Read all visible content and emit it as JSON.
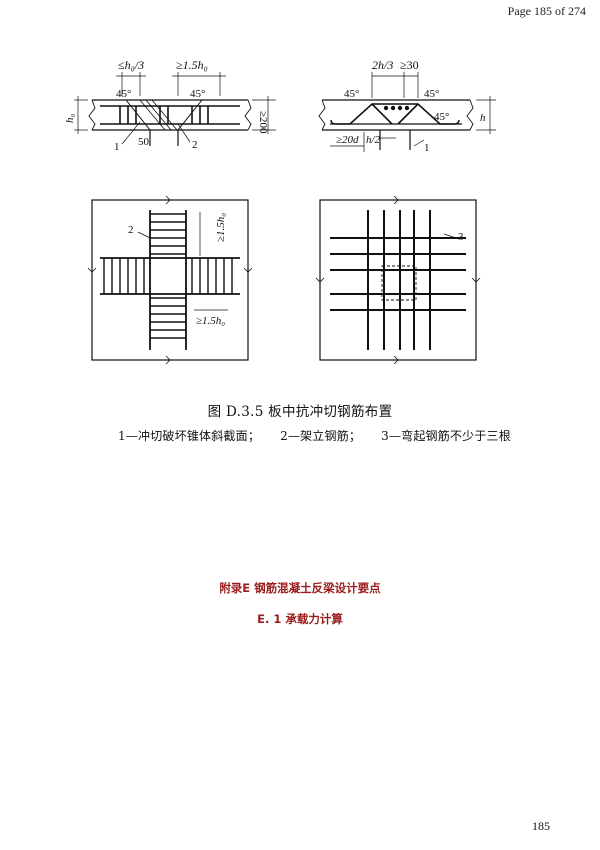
{
  "header": {
    "page_label": "Page 185 of 274"
  },
  "figure": {
    "left_section": {
      "dim_top_left": "≤h₀/3",
      "dim_top_right": "≥1.5h₀",
      "angle_left": "45°",
      "angle_right": "45°",
      "side_h": "h₀",
      "side_200": "≥200",
      "callout_1": "1",
      "callout_50": "50",
      "callout_2": "2"
    },
    "right_section": {
      "dim_2h3": "2h/3",
      "dim_30": "≥30",
      "angle_left": "45°",
      "angle_right": "45°",
      "angle_lower": "45°",
      "side_h": "h",
      "dim_20d": "≥20d",
      "dim_h2": "h/2",
      "callout_1": "1"
    },
    "left_plan": {
      "callout_2": "2",
      "dim_vertical": "≥1.5h₀",
      "dim_lower": "≥1.5h₀"
    },
    "right_plan": {
      "callout_3": "3"
    }
  },
  "caption": {
    "title": "图 D.3.5   板中抗冲切钢筋布置",
    "legend": [
      "1—冲切破坏锥体斜截面；",
      "2—架立钢筋；",
      "3—弯起钢筋不少于三根"
    ]
  },
  "appendix": {
    "title": "附录E  钢筋混凝土反梁设计要点",
    "section": "E. 1  承载力计算"
  },
  "footer": {
    "page_number": "185"
  }
}
